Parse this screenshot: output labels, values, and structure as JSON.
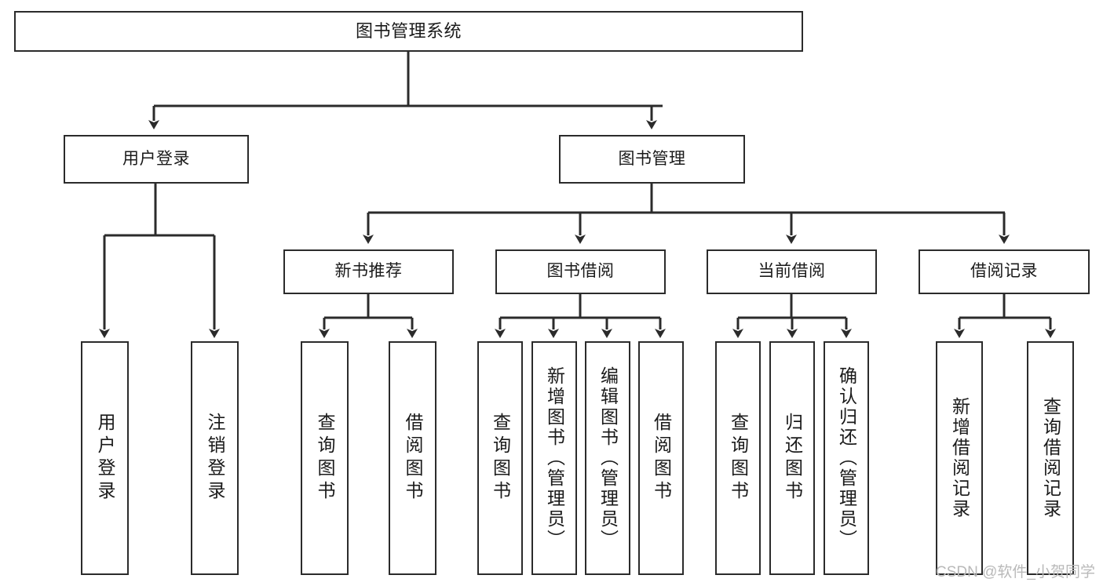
{
  "diagram": {
    "title": "图书管理系统",
    "watermark": "CSDN @软件_小贺同学",
    "colors": {
      "stroke": "#2b2b2b",
      "fill": "#ffffff",
      "text": "#1a1a1a",
      "watermark": "#b9b9b9"
    },
    "nodes": {
      "root": "图书管理系统",
      "level2": [
        "用户登录",
        "图书管理"
      ],
      "level3": [
        "新书推荐",
        "图书借阅",
        "当前借阅",
        "借阅记录"
      ],
      "leaves": {
        "user_login": [
          "用户登录",
          "注销登录"
        ],
        "new_book": [
          "查询图书",
          "借阅图书"
        ],
        "book_borrow": [
          "查询图书",
          "新增图书（管理员）",
          "编辑图书（管理员）",
          "借阅图书"
        ],
        "current_borrow": [
          "查询图书",
          "归还图书",
          "确认归还（管理员）"
        ],
        "borrow_record": [
          "新增借阅记录",
          "查询借阅记录"
        ]
      }
    }
  }
}
